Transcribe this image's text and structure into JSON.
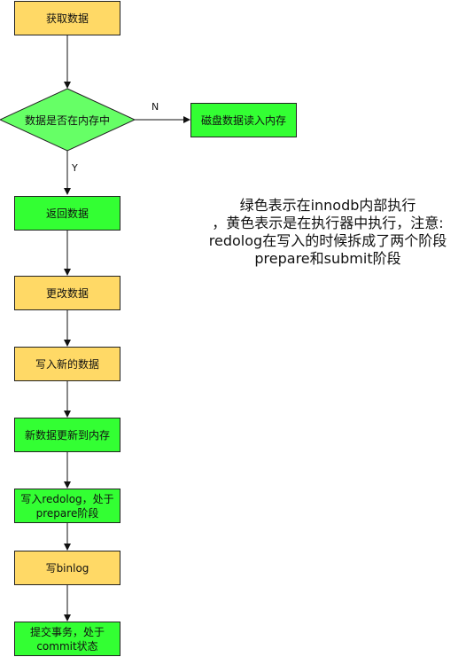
{
  "nodes": {
    "fetch": "获取数据",
    "in_memory": "数据是否在内存中",
    "disk_read": "磁盘数据读入内存",
    "return": "返回数据",
    "modify": "更改数据",
    "write_new": "写入新的数据",
    "update_memory": "新数据更新到内存",
    "redolog_line1": "写入redolog，处于",
    "redolog_line2": "prepare阶段",
    "binlog": "写binlog",
    "commit_line1": "提交事务，处于",
    "commit_line2": "commit状态"
  },
  "edge_labels": {
    "no": "N",
    "yes": "Y"
  },
  "note": {
    "line1": "绿色表示在innodb内部执行",
    "line2": "，黄色表示是在执行器中执行，注意:",
    "line3": "redolog在写入的时候拆成了两个阶段",
    "line4": "prepare和submit阶段"
  },
  "colors": {
    "executor_yellow": "#FFD966",
    "innodb_green": "#33FF33",
    "decision_green": "#66FF66"
  }
}
